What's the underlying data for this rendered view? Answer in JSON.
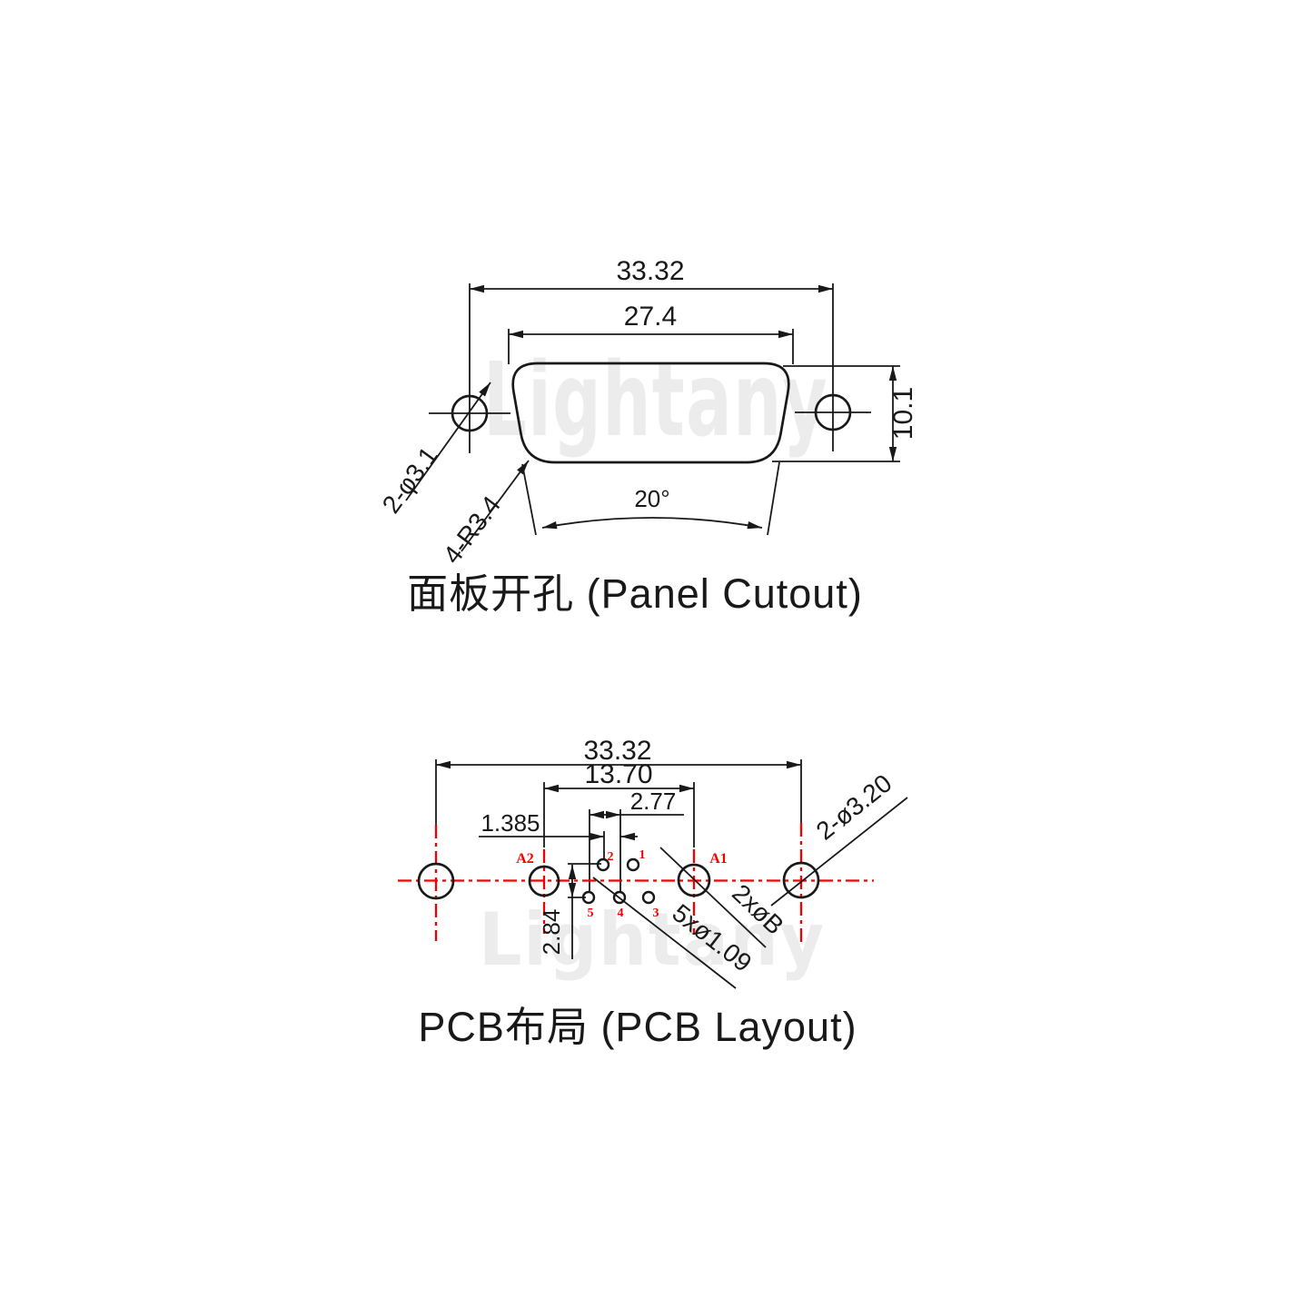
{
  "colors": {
    "line": "#191919",
    "red": "#f40000",
    "wm": "#ececec",
    "bg": "#ffffff"
  },
  "watermark_text": "Lightany",
  "panel_cutout": {
    "title": "面板开孔 (Panel Cutout)",
    "dims": {
      "outer_width": "33.32",
      "cutout_width": "27.4",
      "height": "10.1",
      "angle": "20°"
    },
    "leaders": {
      "mount_holes": "2-φ3.1",
      "corner_radius": "4-R3.4"
    }
  },
  "pcb_layout": {
    "title": "PCB布局 (PCB Layout)",
    "dims": {
      "mount_span": "33.32",
      "signal_span": "13.70",
      "pin_pitch": "2.77",
      "row_offset": "1.385",
      "row_spacing": "2.84"
    },
    "leaders": {
      "pin_holes": "5xø1.09",
      "signal_holes": "2xøB",
      "mount_holes": "2-ø3.20"
    },
    "labels": {
      "a1": "A1",
      "a2": "A2",
      "p1": "1",
      "p2": "2",
      "p3": "3",
      "p4": "4",
      "p5": "5"
    }
  }
}
